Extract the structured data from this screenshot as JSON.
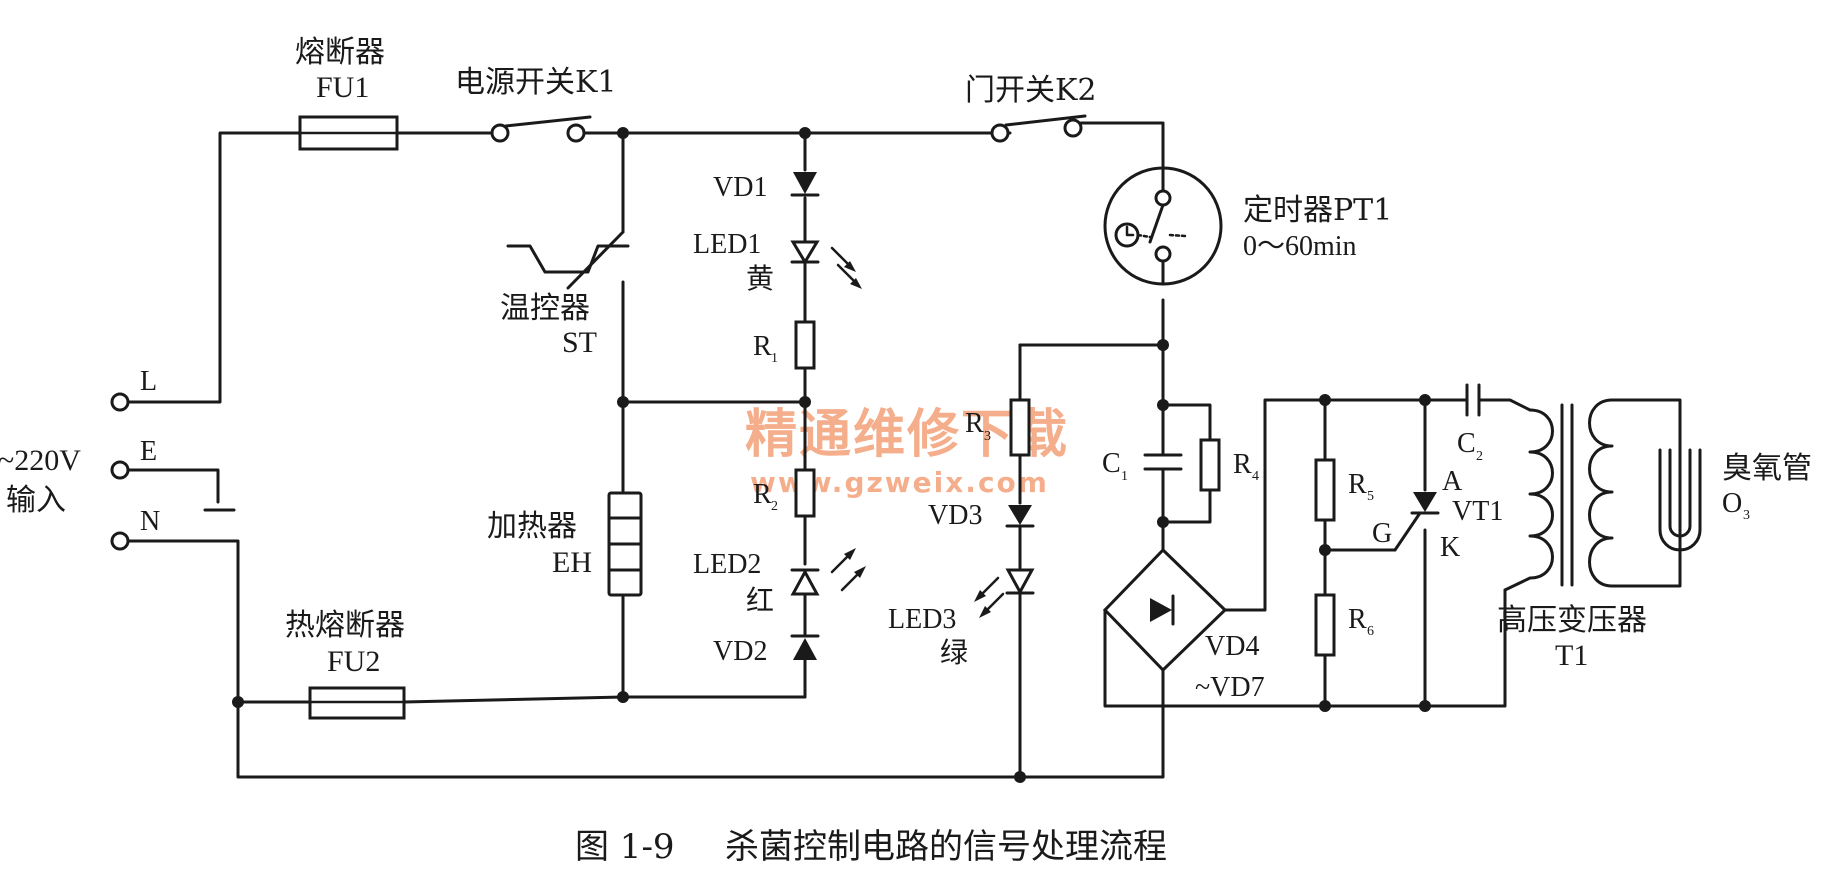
{
  "labels": {
    "fu1_cn": "熔断器",
    "fu1_id": "FU1",
    "k1": "电源开关K1",
    "k2": "门开关K2",
    "vd1": "VD1",
    "led1": "LED1",
    "led1_color": "黄",
    "r1": "R",
    "r1_sub": "1",
    "st_cn": "温控器",
    "st_id": "ST",
    "pt1_name": "定时器PT1",
    "pt1_range": "0～60min",
    "l": "L",
    "e": "E",
    "n": "N",
    "input_v": "~220V",
    "input_cn": "输入",
    "r3": "R",
    "r3_sub": "3",
    "c1": "C",
    "c1_sub": "1",
    "r4": "R",
    "r4_sub": "4",
    "c2": "C",
    "c2_sub": "2",
    "r5": "R",
    "r5_sub": "5",
    "r6": "R",
    "r6_sub": "6",
    "a": "A",
    "g": "G",
    "k": "K",
    "vt1": "VT1",
    "ozone_cn": "臭氧管",
    "ozone_o": "O",
    "ozone_sub": "3",
    "eh_cn": "加热器",
    "eh_id": "EH",
    "r2": "R",
    "r2_sub": "2",
    "vd3": "VD3",
    "led2": "LED2",
    "led2_color": "红",
    "vd2": "VD2",
    "led3": "LED3",
    "led3_color": "绿",
    "fu2_cn": "热熔断器",
    "fu2_id": "FU2",
    "bridge_1": "VD4",
    "bridge_2": "~VD7",
    "t1_cn": "高压变压器",
    "t1_id": "T1"
  },
  "watermark": {
    "line1": "精通维修下载",
    "line2": "www.gzweix.com",
    "color": "#f4a078"
  },
  "caption": {
    "number": "图 1-9",
    "title": "杀菌控制电路的信号处理流程"
  },
  "colors": {
    "ink": "#1a1a1a",
    "background": "#ffffff"
  }
}
